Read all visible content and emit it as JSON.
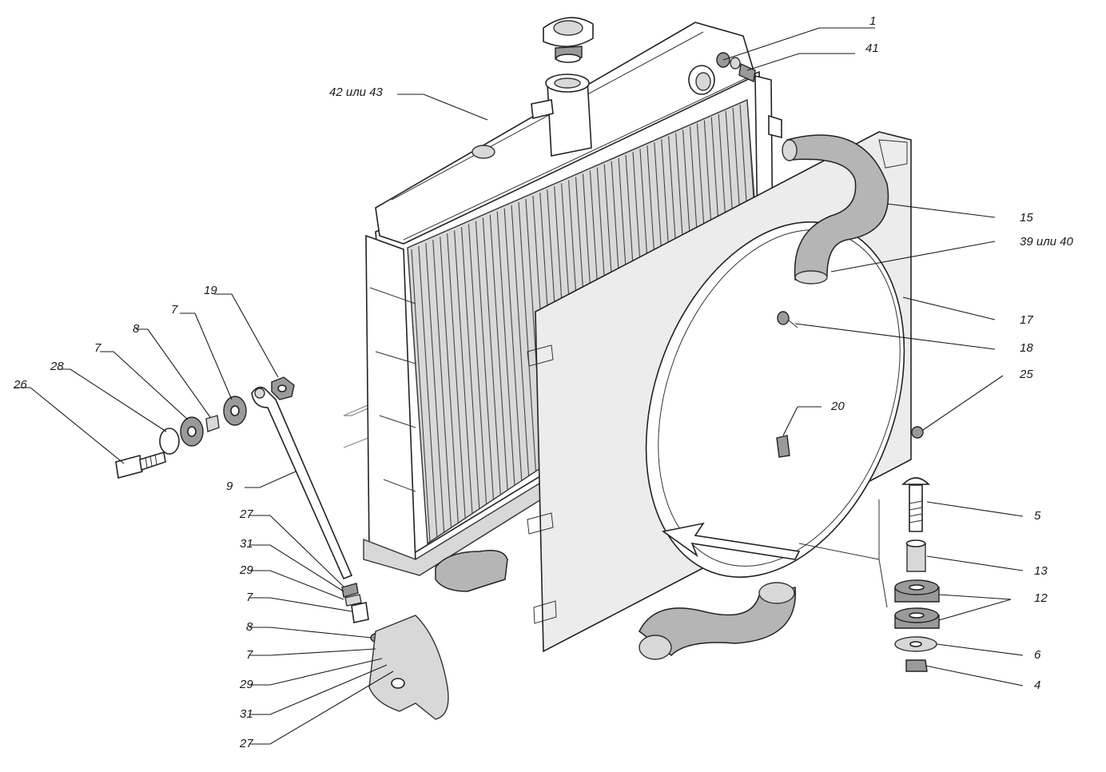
{
  "callouts": [
    {
      "id": "c1",
      "text": "1"
    },
    {
      "id": "c41",
      "text": "41"
    },
    {
      "id": "c42",
      "text": "42 или 43"
    },
    {
      "id": "c15",
      "text": "15"
    },
    {
      "id": "c39",
      "text": "39 или 40"
    },
    {
      "id": "c17",
      "text": "17"
    },
    {
      "id": "c18",
      "text": "18"
    },
    {
      "id": "c25",
      "text": "25"
    },
    {
      "id": "c20",
      "text": "20"
    },
    {
      "id": "c5",
      "text": "5"
    },
    {
      "id": "c13",
      "text": "13"
    },
    {
      "id": "c12",
      "text": "12"
    },
    {
      "id": "c6",
      "text": "6"
    },
    {
      "id": "c4",
      "text": "4"
    },
    {
      "id": "c19",
      "text": "19"
    },
    {
      "id": "c7a",
      "text": "7"
    },
    {
      "id": "c8a",
      "text": "8"
    },
    {
      "id": "c7b",
      "text": "7"
    },
    {
      "id": "c28",
      "text": "28"
    },
    {
      "id": "c26",
      "text": "26"
    },
    {
      "id": "c9",
      "text": "9"
    },
    {
      "id": "c27a",
      "text": "27"
    },
    {
      "id": "c31a",
      "text": "31"
    },
    {
      "id": "c29a",
      "text": "29"
    },
    {
      "id": "c7c",
      "text": "7"
    },
    {
      "id": "c8b",
      "text": "8"
    },
    {
      "id": "c7d",
      "text": "7"
    },
    {
      "id": "c29b",
      "text": "29"
    },
    {
      "id": "c31b",
      "text": "31"
    },
    {
      "id": "c27b",
      "text": "27"
    }
  ]
}
